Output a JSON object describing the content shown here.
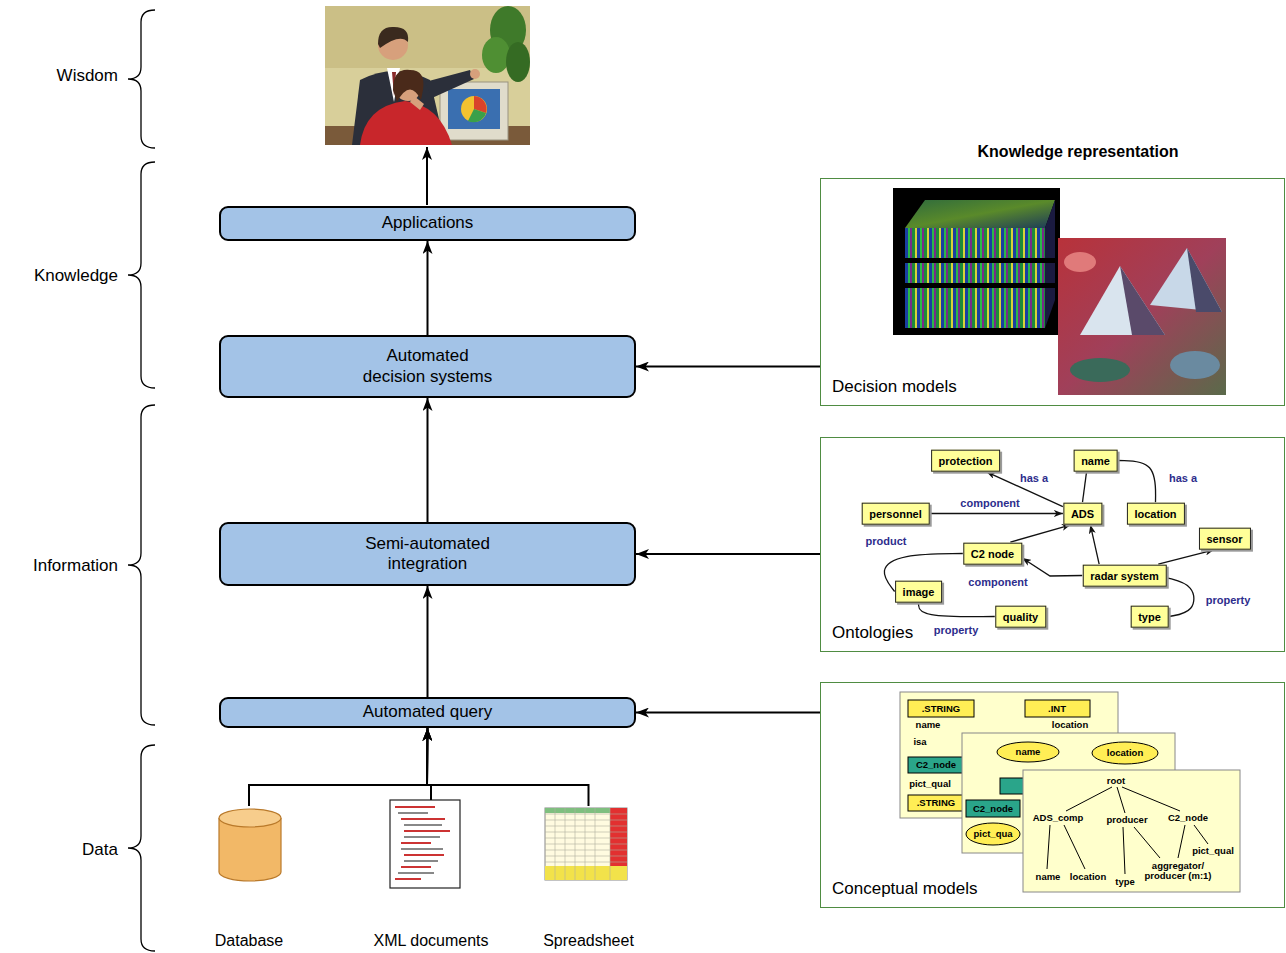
{
  "diagram": {
    "nodes": [
      {
        "text": [
          "Applications"
        ]
      },
      {
        "text": [
          "Automated decision systems"
        ]
      },
      {
        "text": [
          "Semi-automated integration"
        ]
      },
      {
        "text": [
          "Automated query"
        ]
      },
      {
        "text": [
          "Database"
        ]
      },
      {
        "text": [
          "XML documents"
        ]
      },
      {
        "text": [
          "Spreadsheet"
        ]
      },
      {
        "text": [
          "Decision models"
        ]
      },
      {
        "text": [
          "Ontologies"
        ]
      },
      {
        "text": [
          "protection"
        ],
        "in": 8
      },
      {
        "text": [
          "name"
        ],
        "in": 8
      },
      {
        "text": [
          "personnel"
        ],
        "in": 8
      },
      {
        "text": [
          "ADS"
        ],
        "in": 8
      },
      {
        "text": [
          "location"
        ],
        "in": 8
      },
      {
        "text": [
          "sensor"
        ],
        "in": 8
      },
      {
        "text": [
          "C2 node"
        ],
        "in": 8
      },
      {
        "text": [
          "radar system"
        ],
        "in": 8
      },
      {
        "text": [
          "image"
        ],
        "in": 8
      },
      {
        "text": [
          "quality"
        ],
        "in": 8
      },
      {
        "text": [
          "type"
        ],
        "in": 8
      },
      {
        "text": [
          "Conceptual models"
        ]
      }
    ],
    "edges": [
      {
        "from": 3,
        "to": 2,
        "arrow": "to"
      },
      {
        "from": 2,
        "to": 1,
        "arrow": "to"
      },
      {
        "from": 1,
        "to": 0,
        "arrow": "to"
      },
      {
        "from": 4,
        "to": 3,
        "arrow": "to"
      },
      {
        "from": 5,
        "to": 3,
        "arrow": "to"
      },
      {
        "from": 6,
        "to": 3,
        "arrow": "to"
      },
      {
        "from": 7,
        "to": 1,
        "arrow": "to"
      },
      {
        "from": 8,
        "to": 2,
        "arrow": "to"
      },
      {
        "from": 20,
        "to": 3,
        "arrow": "to"
      },
      {
        "from": 12,
        "to": 9,
        "label": "has a",
        "arrow": "to"
      },
      {
        "from": 12,
        "to": 10,
        "arrow": "none"
      },
      {
        "from": 10,
        "to": 13,
        "label": "has a",
        "arrow": "none"
      },
      {
        "from": 11,
        "to": 12,
        "label": "component",
        "arrow": "to"
      },
      {
        "from": 15,
        "to": 12,
        "arrow": "to"
      },
      {
        "from": 16,
        "to": 12,
        "arrow": "to"
      },
      {
        "from": 16,
        "to": 14,
        "arrow": "to"
      },
      {
        "from": 16,
        "to": 15,
        "label": "component",
        "arrow": "to"
      },
      {
        "from": 15,
        "to": 17,
        "label": "product",
        "arrow": "none"
      },
      {
        "from": 17,
        "to": 18,
        "label": "property",
        "arrow": "none"
      },
      {
        "from": 16,
        "to": 19,
        "label": "property",
        "arrow": "none"
      }
    ],
    "labels": [
      "Wisdom",
      "Knowledge",
      "Information",
      "Data",
      "Knowledge representation",
      ".STRING",
      ".INT",
      "name",
      "location",
      "isa",
      "C2_node",
      "pict_qual",
      ".STRING",
      "name",
      "location",
      "C2_node",
      "pict_qua",
      "root",
      "ADS_comp",
      "producer",
      "C2_node",
      "pict_qual",
      "aggregator/ producer (m:1)",
      "name",
      "location",
      "type"
    ]
  }
}
